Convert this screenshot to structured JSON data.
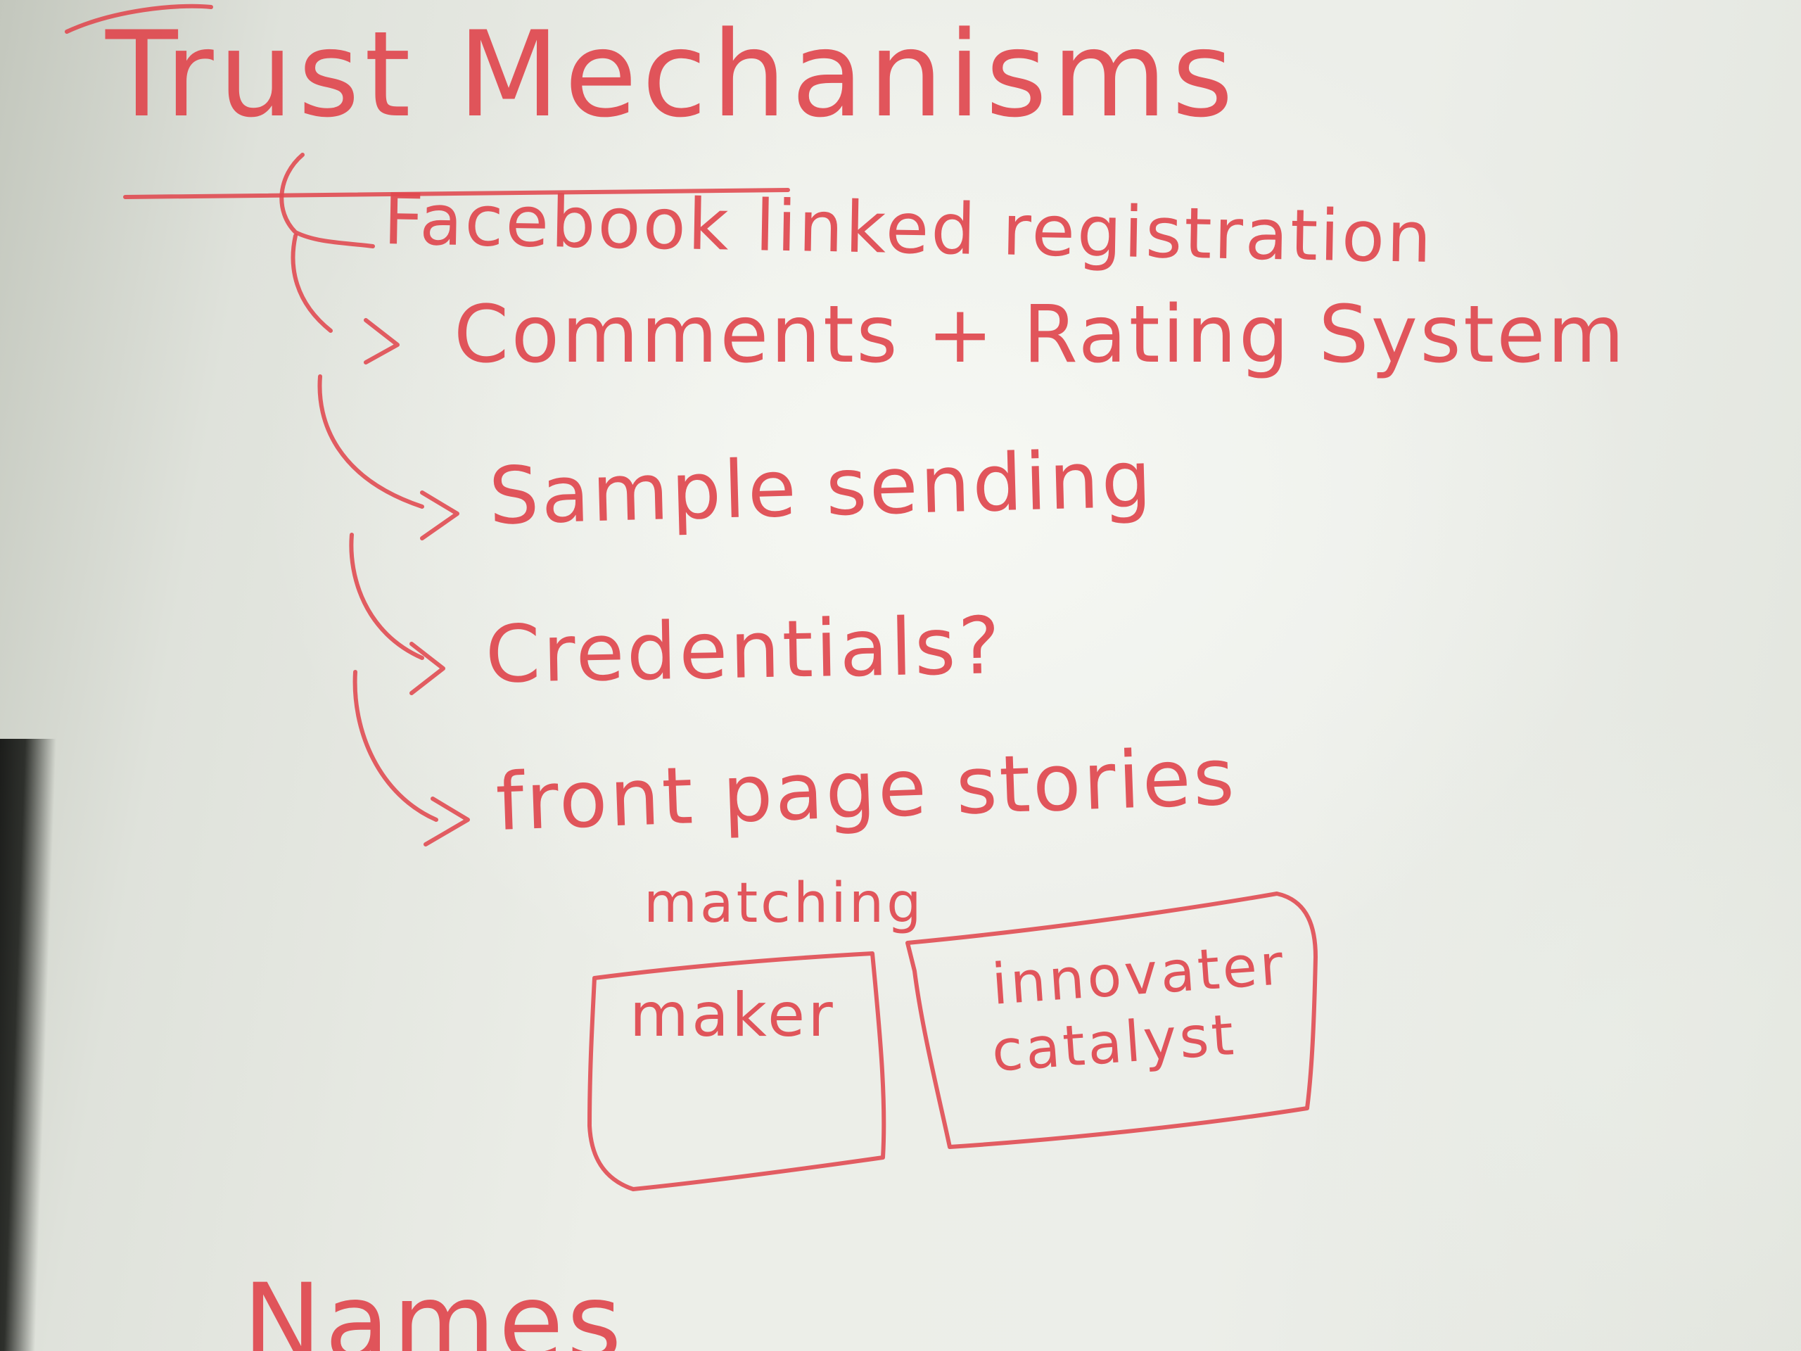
{
  "board": {
    "title": "Trust Mechanisms",
    "items": [
      {
        "label": "Facebook linked registration"
      },
      {
        "label": "Comments + Rating System"
      },
      {
        "label": "Sample sending"
      },
      {
        "label": "Credentials?"
      },
      {
        "label": "front page stories"
      }
    ],
    "matching": {
      "label": "matching",
      "boxes": [
        {
          "label": "maker"
        },
        {
          "label": "innovater",
          "sublabel": "catalyst"
        }
      ]
    },
    "footer_heading": "Names"
  },
  "colors": {
    "ink": "#e0484f",
    "board": "#eceee8",
    "frame": "#1c1d1b"
  }
}
